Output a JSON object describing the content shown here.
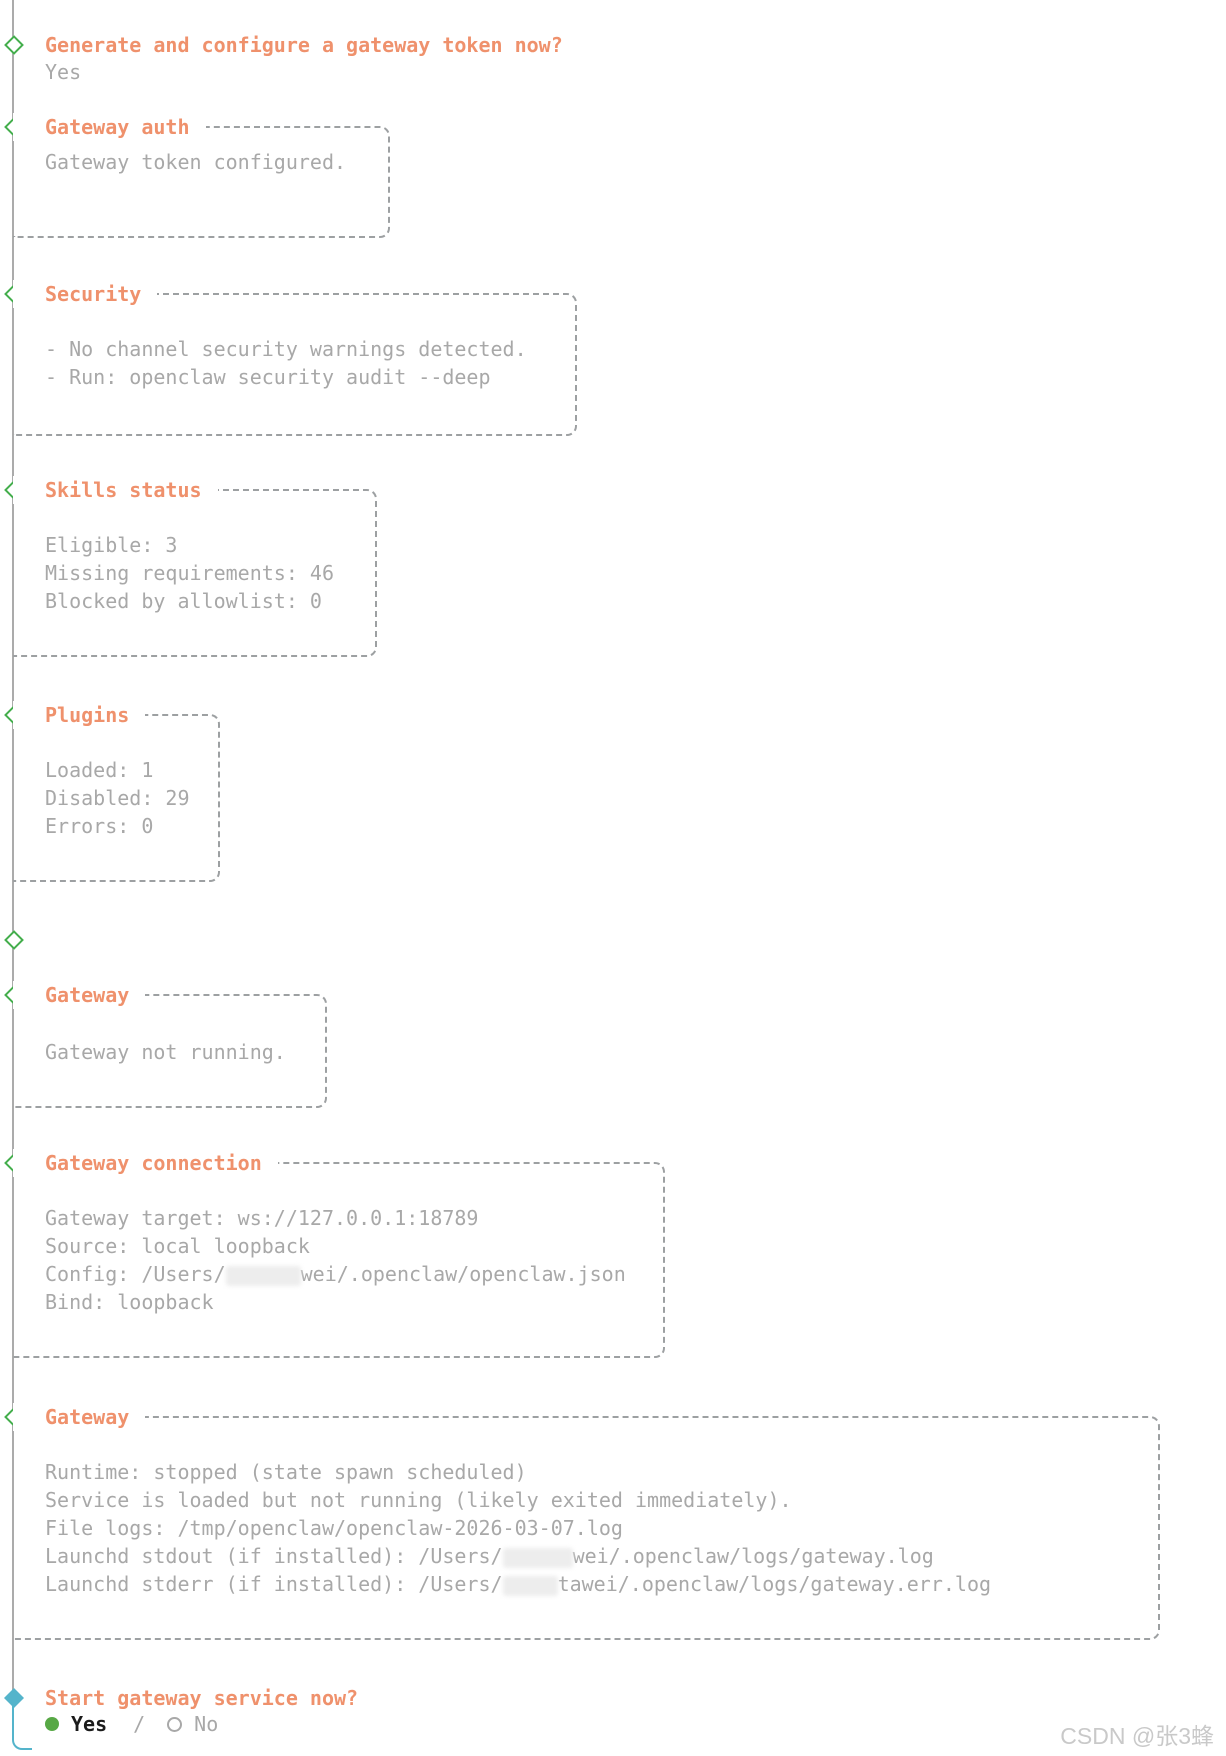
{
  "first_prompt": {
    "title": "Generate and configure a gateway token now?",
    "answer": "Yes"
  },
  "sections": [
    {
      "title": "Gateway auth",
      "lines": [
        "Gateway token configured."
      ]
    },
    {
      "title": "Security",
      "lines": [
        "- No channel security warnings detected.",
        "- Run: openclaw security audit --deep"
      ]
    },
    {
      "title": "Skills status",
      "lines": [
        "Eligible: 3",
        "Missing requirements: 46",
        "Blocked by allowlist: 0"
      ]
    },
    {
      "title": "Plugins",
      "lines": [
        "Loaded: 1",
        "Disabled: 29",
        "Errors: 0"
      ]
    },
    {
      "title": "Gateway",
      "lines": [
        "Gateway not running."
      ]
    },
    {
      "title": "Gateway connection",
      "lines": [
        "Gateway target: ws://127.0.0.1:18789",
        "Source: local loopback",
        "Bind: loopback"
      ],
      "redacted_line": {
        "pre": "Config: /Users/",
        "post": "wei/.openclaw/openclaw.json"
      }
    },
    {
      "title": "Gateway",
      "lines": [
        "Runtime: stopped (state spawn scheduled)",
        "Service is loaded but not running (likely exited immediately).",
        "File logs: /tmp/openclaw/openclaw-2026-03-07.log"
      ],
      "redacted_line_stdout": {
        "pre": "Launchd stdout (if installed): /Users/",
        "post": "wei/.openclaw/logs/gateway.log"
      },
      "redacted_line_stderr": {
        "pre": "Launchd stderr (if installed): /Users/",
        "post": "tawei/.openclaw/logs/gateway.err.log"
      }
    }
  ],
  "final_prompt": {
    "title": "Start gateway service now?",
    "separator": "/",
    "options": [
      {
        "label": "Yes",
        "selected": true
      },
      {
        "label": "No",
        "selected": false
      }
    ]
  },
  "watermark": "CSDN @张3蜂",
  "colors": {
    "title_orange": "#EF916C",
    "body_gray": "#A8A8A8",
    "border_gray": "#9DA0A2",
    "step_green": "#43AE4C",
    "active_teal": "#54B4CB",
    "selected_dot_green": "#57A845"
  }
}
